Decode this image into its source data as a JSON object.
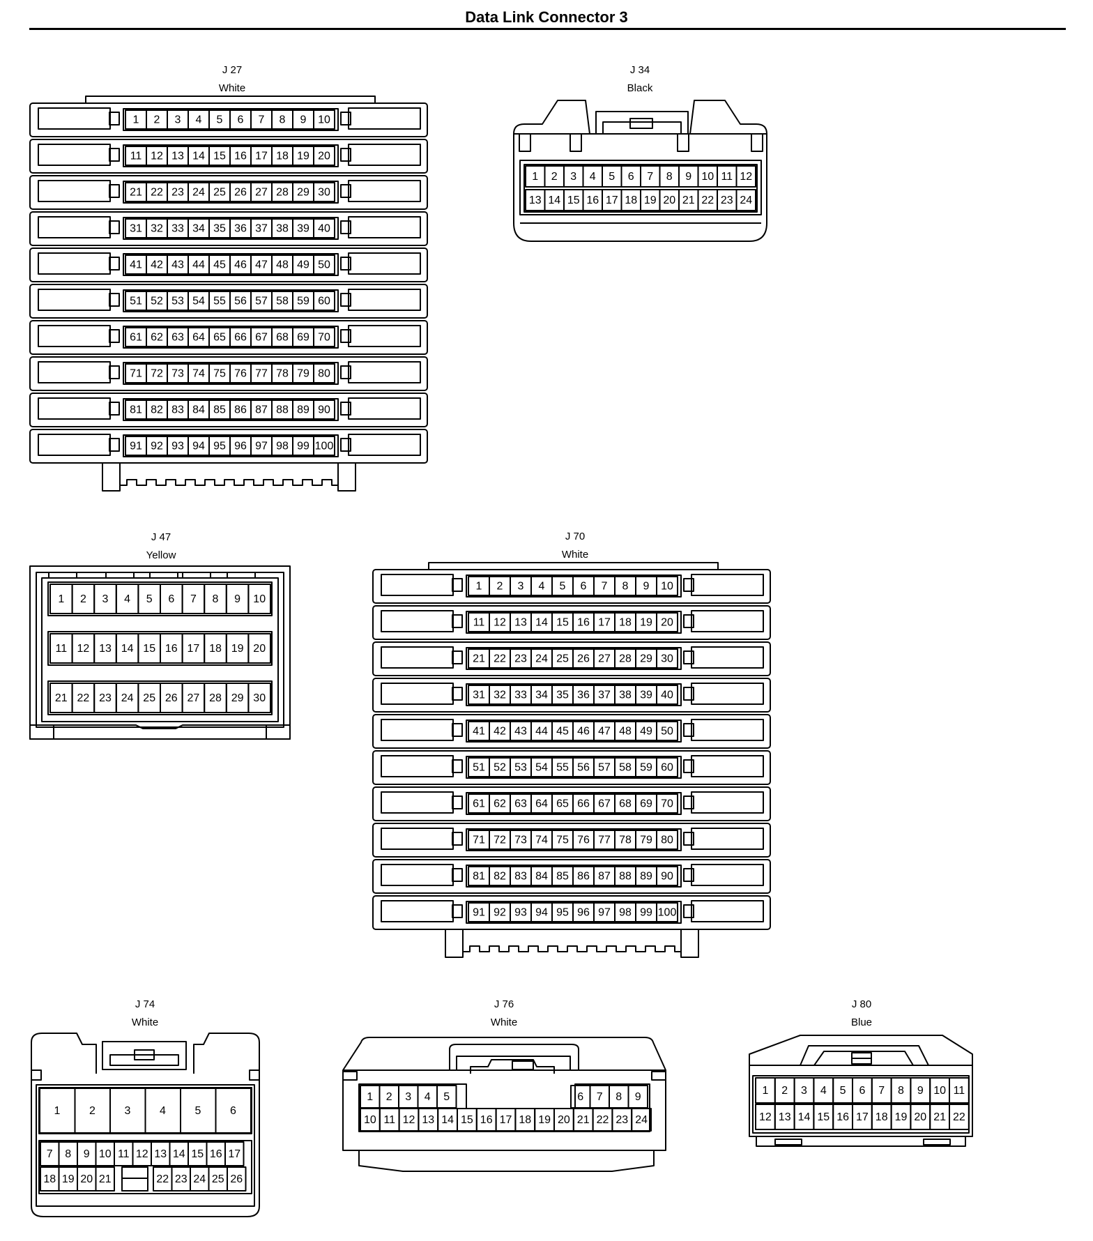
{
  "title": "Data Link Connector 3",
  "connectors": [
    {
      "id": "J 27",
      "color": "White",
      "pins": 100
    },
    {
      "id": "J 34",
      "color": "Black",
      "pins": 24
    },
    {
      "id": "J 47",
      "color": "Yellow",
      "pins": 30
    },
    {
      "id": "J 70",
      "color": "White",
      "pins": 100
    },
    {
      "id": "J 74",
      "color": "White",
      "pins": 26
    },
    {
      "id": "J 76",
      "color": "White",
      "pins": 24
    },
    {
      "id": "J 80",
      "color": "Blue",
      "pins": 22
    }
  ]
}
